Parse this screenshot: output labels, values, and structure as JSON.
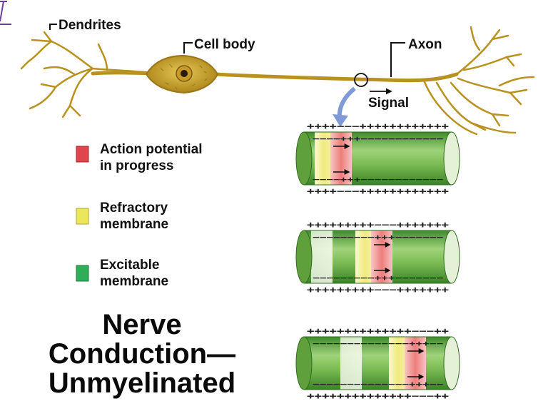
{
  "labels": {
    "dendrites": "Dendrites",
    "cell_body": "Cell body",
    "axon": "Axon",
    "signal": "Signal"
  },
  "legend": [
    {
      "line1": "Action potential",
      "line2": "in progress",
      "color": "#e0444d"
    },
    {
      "line1": "Refractory",
      "line2": "membrane",
      "color": "#ece65c"
    },
    {
      "line1": "Excitable",
      "line2": "membrane",
      "color": "#2fae5a"
    }
  ],
  "title": {
    "line1": "Nerve",
    "line2": "Conduction—",
    "line3": "Unmyelinated"
  },
  "axon_segments": [
    {
      "top_signs": "++++−−−++++++++++++",
      "bottom_signs": "++++−−−++++++++++++",
      "inner_top": "−−−−+++−−−−−−−−−−−−",
      "inner_bottom": "−−−−+++−−−−−−−−−−−−"
    },
    {
      "top_signs": "+++++++++−−−+++++++",
      "bottom_signs": "+++++++++−−−+++++++",
      "inner_top": "−−−−−−−−−+++−−−−−−−",
      "inner_bottom": "−−−−−−−−−+++−−−−−−−"
    },
    {
      "top_signs": "++++++++++++++−−−++",
      "bottom_signs": "++++++++++++++−−−++",
      "inner_top": "−−−−−−−−−−−−−−+++−−",
      "inner_bottom": "−−−−−−−−−−−−−−+++−−"
    }
  ],
  "colors": {
    "neuron": "#b8911f",
    "cell_body": "#d8b640",
    "excitable": "#6fb24a",
    "refractory": "#f2ec8a",
    "action_potential": "#f08a8a",
    "arrow_blue": "#7e9bd6"
  }
}
